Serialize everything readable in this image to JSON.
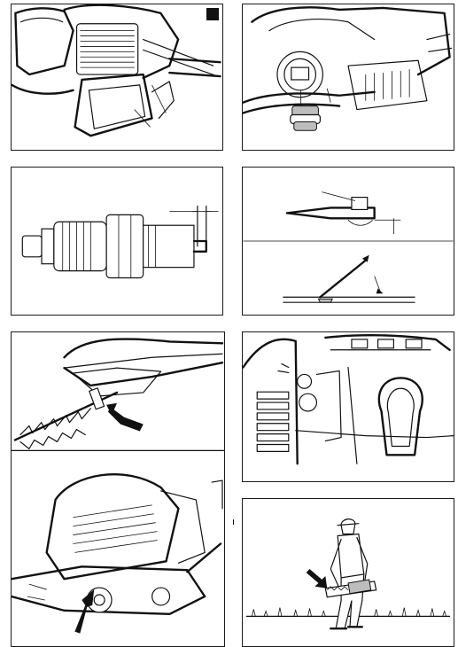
{
  "document": {
    "type": "illustration-page",
    "panels": [
      {
        "id": "engine-cooling-fins",
        "badge": true
      },
      {
        "id": "fuel-cap-engine"
      },
      {
        "id": "spark-plug-gap"
      },
      {
        "id": "blade-sharpening"
      },
      {
        "id": "blade-cleaning"
      },
      {
        "id": "engine-air-filter"
      },
      {
        "id": "engine-underside-arrow"
      },
      {
        "id": "operator-cutting"
      }
    ]
  }
}
